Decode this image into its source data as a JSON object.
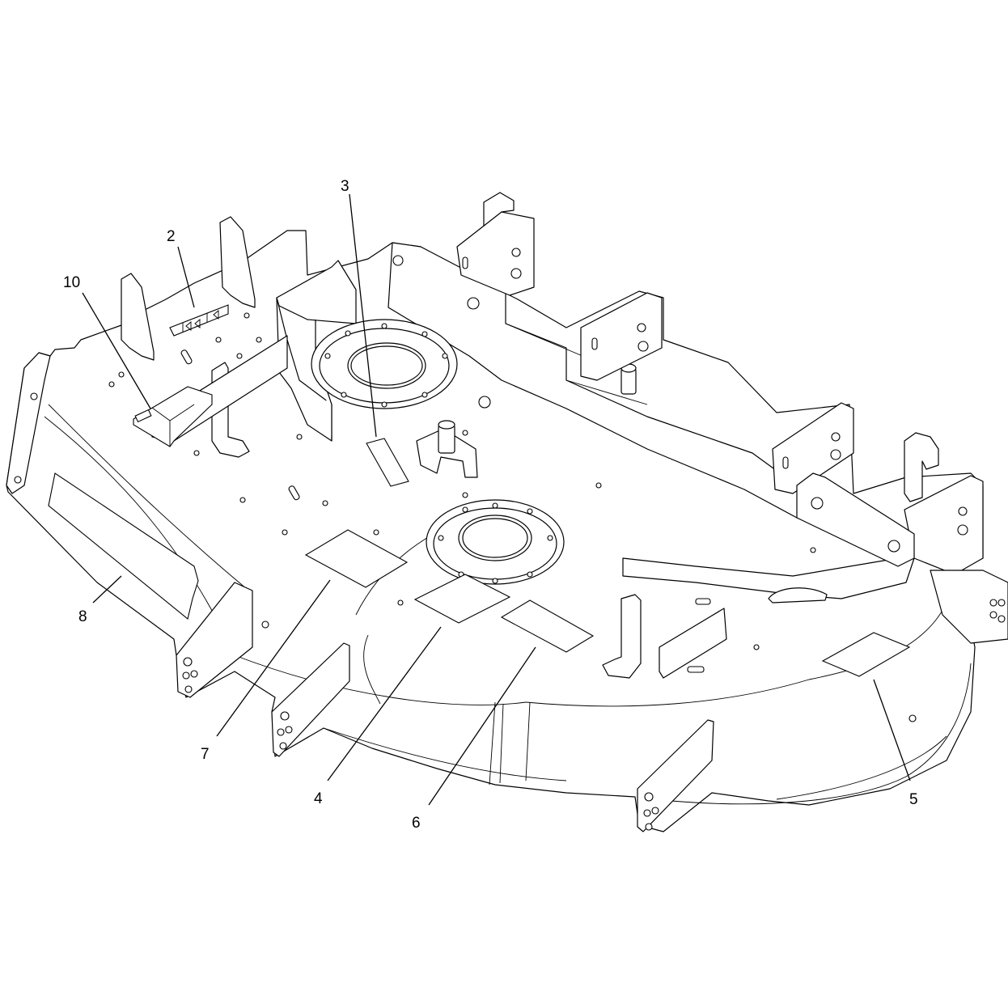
{
  "callouts": [
    {
      "id": "2",
      "label": "2"
    },
    {
      "id": "3",
      "label": "3"
    },
    {
      "id": "4",
      "label": "4"
    },
    {
      "id": "5",
      "label": "5"
    },
    {
      "id": "6",
      "label": "6"
    },
    {
      "id": "7",
      "label": "7"
    },
    {
      "id": "8",
      "label": "8"
    },
    {
      "id": "10",
      "label": "10"
    }
  ],
  "colors": {
    "line": "#000000",
    "background": "#ffffff"
  }
}
